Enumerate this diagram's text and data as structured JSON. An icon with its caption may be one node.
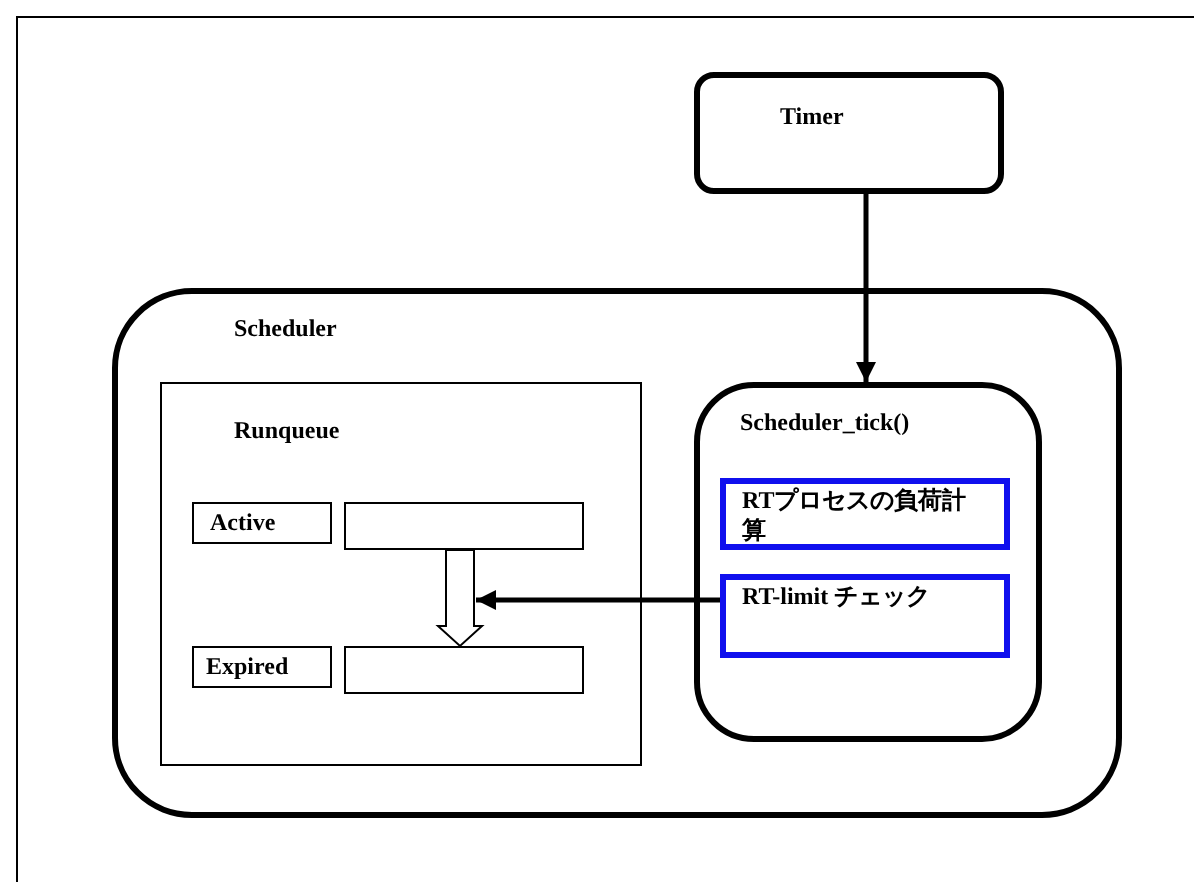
{
  "diagram": {
    "nodes": [
      {
        "text": [
          "Timer"
        ]
      },
      {
        "text": [
          "Scheduler"
        ]
      },
      {
        "text": [
          "Runqueue"
        ],
        "in": 1
      },
      {
        "text": [
          "Active"
        ],
        "in": 2
      },
      {
        "text": [],
        "shape": "box",
        "in": 2
      },
      {
        "text": [
          "Expired"
        ],
        "in": 2
      },
      {
        "text": [],
        "shape": "box",
        "in": 2
      },
      {
        "text": [
          "Scheduler_tick()"
        ],
        "in": 1
      },
      {
        "text": [
          "RTプロセスの負荷計算"
        ],
        "in": 7
      },
      {
        "text": [
          "RT-limit チェック"
        ],
        "in": 7
      }
    ],
    "edges": [
      {
        "from": 0,
        "to": 7,
        "arrow": "to"
      },
      {
        "from": 4,
        "to": 6,
        "arrow": "to"
      },
      {
        "from": 9,
        "to": 6,
        "arrow": "to"
      }
    ]
  }
}
